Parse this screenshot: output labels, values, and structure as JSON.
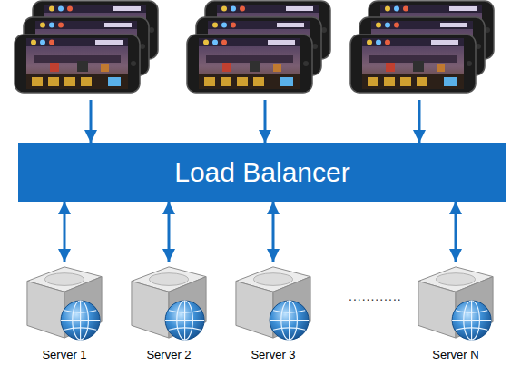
{
  "diagram": {
    "nodes": [
      {
        "text": [
          "Load Balancer"
        ]
      },
      {
        "text": [
          "Server 1"
        ]
      },
      {
        "text": [
          "Server 2"
        ]
      },
      {
        "text": [
          "Server 3"
        ]
      },
      {
        "text": [
          "Server N"
        ]
      }
    ],
    "edges": [
      {
        "from": 0,
        "to": 1,
        "arrow": "both"
      },
      {
        "from": 0,
        "to": 2,
        "arrow": "both"
      },
      {
        "from": 0,
        "to": 3,
        "arrow": "both"
      },
      {
        "from": 0,
        "to": 4,
        "arrow": "both"
      }
    ],
    "labels": [
      "............"
    ]
  }
}
